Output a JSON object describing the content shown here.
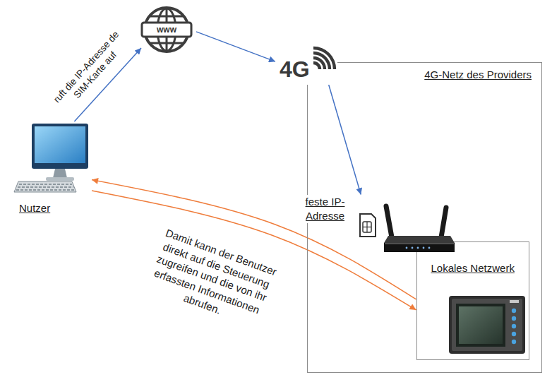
{
  "diagram": {
    "nodes": [
      {
        "text": [
          "www"
        ]
      },
      {
        "text": [
          "4G"
        ]
      },
      {
        "text": [
          "4G-Netz des Providers"
        ]
      },
      {
        "text": [
          "Nutzer"
        ]
      },
      {
        "text": [
          "feste IP-Adresse"
        ],
        "in": 2
      },
      {
        "text": [
          "Lokales Netzwerk"
        ],
        "in": 2
      }
    ],
    "edges": [
      {
        "from": 3,
        "to": 0,
        "arrow": "to",
        "label": "ruft die IP-Adresse de SIM-Karte auf"
      },
      {
        "from": 0,
        "to": 1,
        "arrow": "to"
      },
      {
        "from": 1,
        "to": 4,
        "arrow": "to"
      },
      {
        "from": 5,
        "to": 3,
        "arrow": "to",
        "label": "Damit kann der Benutzer direkt auf die Steuerung zugreifen und die von ihr erfassten Informationen abrufen."
      },
      {
        "from": 3,
        "to": 5,
        "arrow": "to"
      }
    ]
  }
}
